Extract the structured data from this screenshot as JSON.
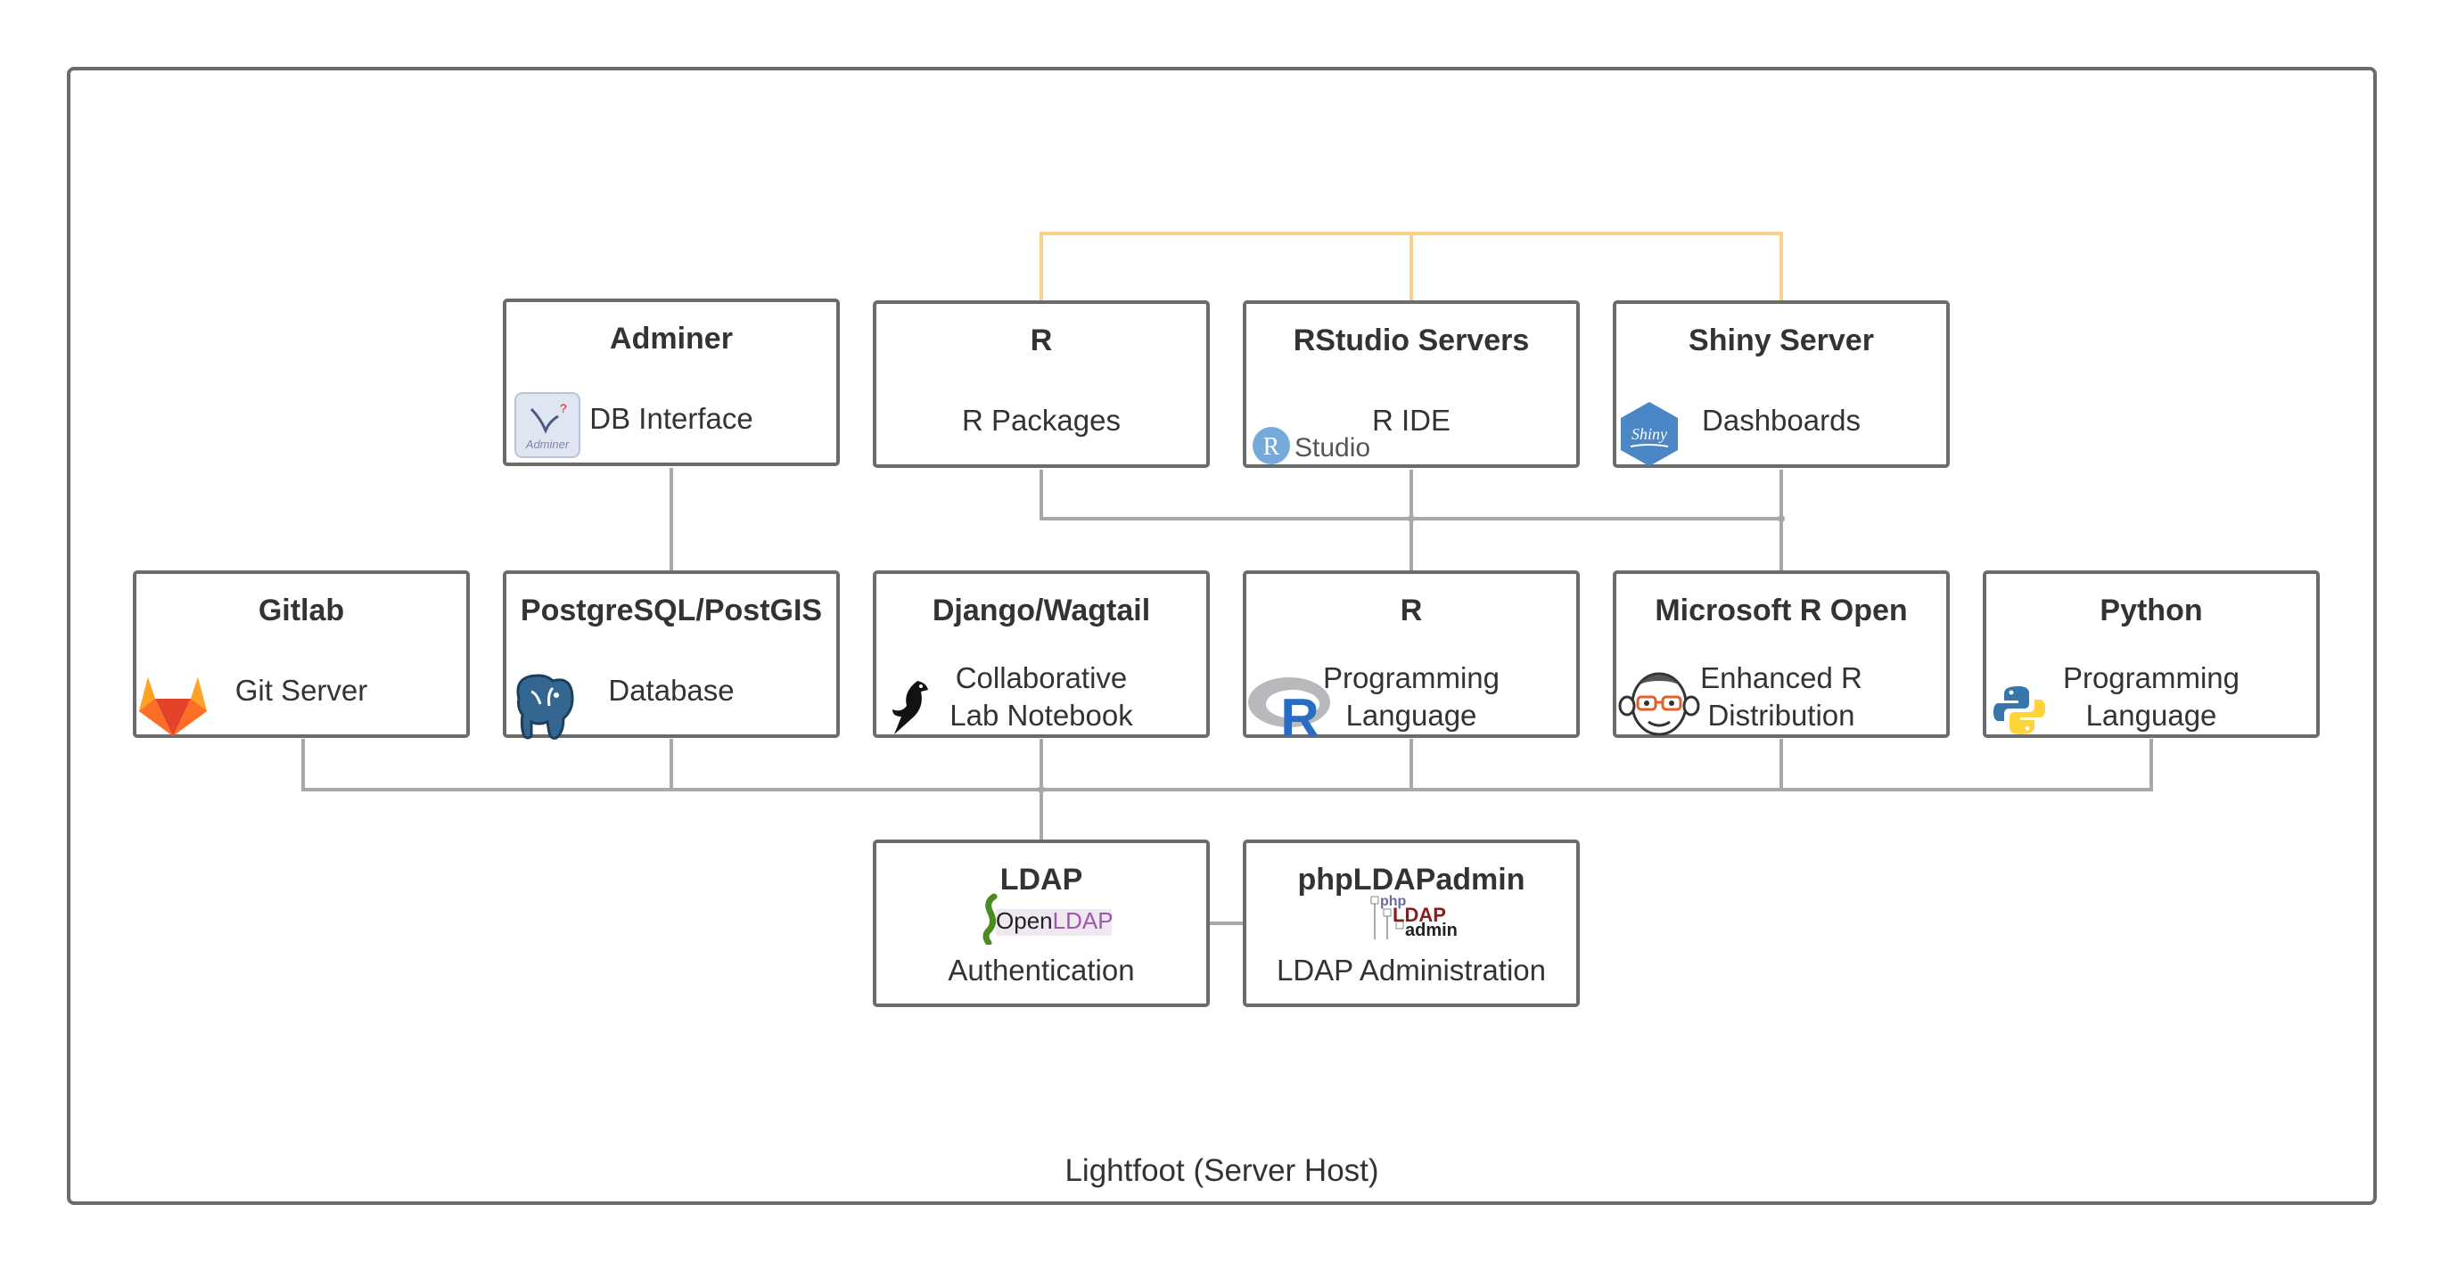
{
  "host": {
    "label": "Lightfoot (Server Host)"
  },
  "nodes": {
    "adminer": {
      "title": "Adminer",
      "subtitle": "DB Interface",
      "logo_text": "Adminer"
    },
    "r_packages": {
      "title": "R",
      "subtitle": "R Packages"
    },
    "rstudio": {
      "title": "RStudio Servers",
      "subtitle": "R IDE",
      "logo_text": "Studio",
      "logo_letter": "R"
    },
    "shiny": {
      "title": "Shiny Server",
      "subtitle": "Dashboards",
      "logo_text": "Shiny"
    },
    "gitlab": {
      "title": "Gitlab",
      "subtitle": "Git Server"
    },
    "postgres": {
      "title": "PostgreSQL/PostGIS",
      "subtitle": "Database"
    },
    "django": {
      "title": "Django/Wagtail",
      "subtitle": "Collaborative\nLab Notebook"
    },
    "r_lang": {
      "title": "R",
      "subtitle": "Programming\nLanguage",
      "logo_letter": "R"
    },
    "mro": {
      "title": "Microsoft R Open",
      "subtitle": "Enhanced R\nDistribution"
    },
    "python": {
      "title": "Python",
      "subtitle": "Programming\nLanguage"
    },
    "ldap": {
      "title": "LDAP",
      "subtitle": "Authentication",
      "logo_text": "OpenLDAP",
      "logo_prefix": "O",
      "logo_rest": "pen",
      "logo_accent": "LDAP"
    },
    "phpldapadmin": {
      "title": "phpLDAPadmin",
      "subtitle": "LDAP Administration",
      "logo_php": "php",
      "logo_ldap": "LDAP",
      "logo_admin": "admin"
    }
  },
  "colors": {
    "connector": "#a0a0a0",
    "highlight": "#f5d38e",
    "border": "#6b6b6b"
  }
}
